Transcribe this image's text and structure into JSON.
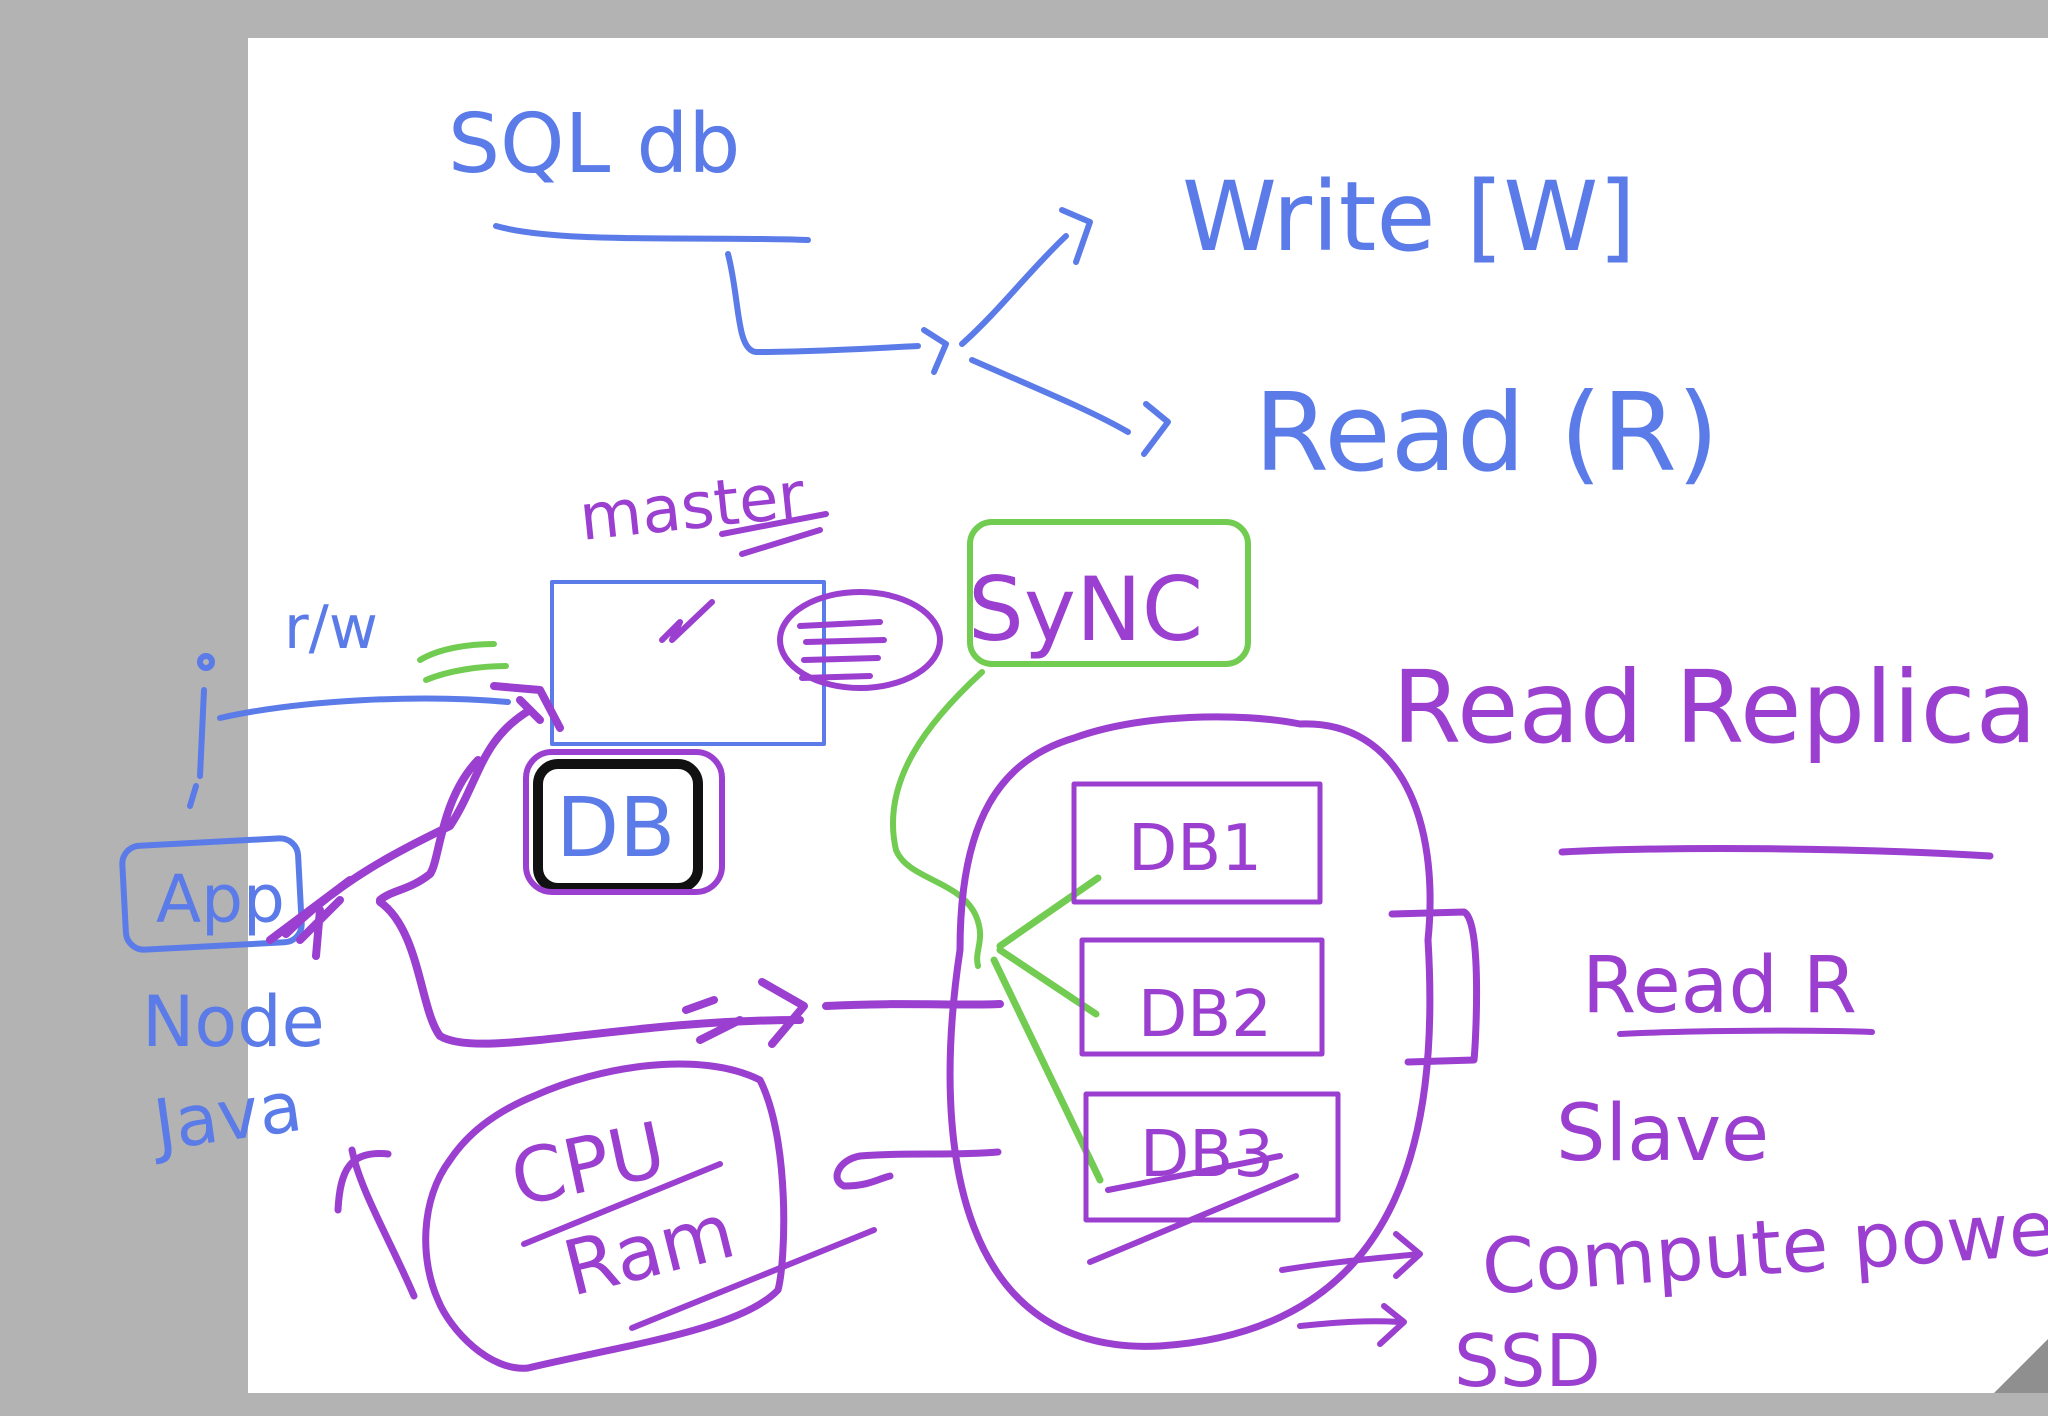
{
  "diagram": {
    "title": "SQL db",
    "branches": {
      "write": "Write [W]",
      "read": "Read (R)"
    },
    "master": {
      "label": "master",
      "access": "r/w",
      "db": "DB"
    },
    "client": {
      "app": "App",
      "runtimes": [
        "Node",
        "Java"
      ]
    },
    "sync": "SyNC",
    "server_box": {
      "cpu": "CPU",
      "ram": "Ram"
    },
    "replica_cluster": [
      "DB1",
      "DB2",
      "DB3"
    ],
    "replica_title": "Read Replica",
    "notes": [
      "Read R",
      "Slave"
    ],
    "extras": [
      "Compute power",
      "SSD"
    ],
    "colors": {
      "blue": "#5b7be8",
      "purple": "#9a3fcf",
      "green": "#72cc52",
      "black": "#111111"
    }
  }
}
